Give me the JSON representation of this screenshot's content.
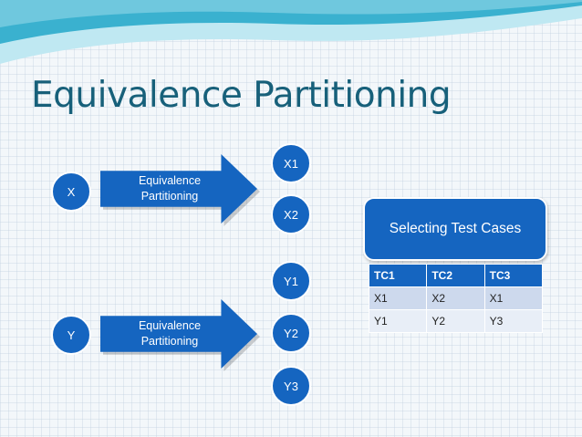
{
  "title": "Equivalence Partitioning",
  "colors": {
    "accent": "#1565c0",
    "title": "#17607a",
    "wave_light": "#bfe8f2",
    "wave_dark": "#3ab1cf",
    "table_row_even": "#cdd9ed",
    "table_row_odd": "#e8eef7"
  },
  "inputs": [
    {
      "label": "X",
      "arrow_label": [
        "Equivalence",
        "Partitioning"
      ],
      "partitions": [
        "X1",
        "X2"
      ]
    },
    {
      "label": "Y",
      "arrow_label": [
        "Equivalence",
        "Partitioning"
      ],
      "partitions": [
        "Y1",
        "Y2",
        "Y3"
      ]
    }
  ],
  "selection_box": "Selecting Test Cases",
  "table": {
    "headers": [
      "TC1",
      "TC2",
      "TC3"
    ],
    "rows": [
      [
        "X1",
        "X2",
        "X1"
      ],
      [
        "Y1",
        "Y2",
        "Y3"
      ]
    ]
  }
}
